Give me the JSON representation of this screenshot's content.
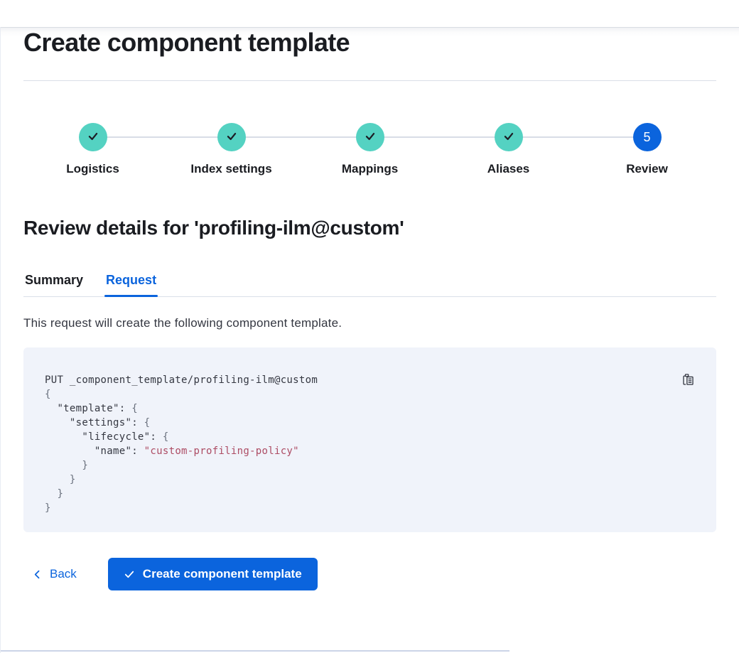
{
  "page": {
    "title": "Create component template"
  },
  "stepper": {
    "steps": [
      {
        "label": "Logistics",
        "status": "complete"
      },
      {
        "label": "Index settings",
        "status": "complete"
      },
      {
        "label": "Mappings",
        "status": "complete"
      },
      {
        "label": "Aliases",
        "status": "complete"
      },
      {
        "label": "Review",
        "status": "current",
        "number": "5"
      }
    ]
  },
  "review": {
    "heading": "Review details for 'profiling-ilm@custom'",
    "tabs": [
      {
        "label": "Summary",
        "state": "inactive"
      },
      {
        "label": "Request",
        "state": "active"
      }
    ],
    "description": "This request will create the following component template."
  },
  "code_block": {
    "copy_icon": "copy-clipboard-icon",
    "lines": [
      [
        {
          "t": "PUT _component_template/profiling-ilm@custom",
          "c": "plain"
        }
      ],
      [
        {
          "t": "{",
          "c": "punct"
        }
      ],
      [
        {
          "t": "  \"template\": ",
          "c": "plain"
        },
        {
          "t": "{",
          "c": "punct"
        }
      ],
      [
        {
          "t": "    \"settings\": ",
          "c": "plain"
        },
        {
          "t": "{",
          "c": "punct"
        }
      ],
      [
        {
          "t": "      \"lifecycle\": ",
          "c": "plain"
        },
        {
          "t": "{",
          "c": "punct"
        }
      ],
      [
        {
          "t": "        \"name\": ",
          "c": "plain"
        },
        {
          "t": "\"custom-profiling-policy\"",
          "c": "str"
        }
      ],
      [
        {
          "t": "      ",
          "c": "plain"
        },
        {
          "t": "}",
          "c": "punct"
        }
      ],
      [
        {
          "t": "    ",
          "c": "plain"
        },
        {
          "t": "}",
          "c": "punct"
        }
      ],
      [
        {
          "t": "  ",
          "c": "plain"
        },
        {
          "t": "}",
          "c": "punct"
        }
      ],
      [
        {
          "t": "}",
          "c": "punct"
        }
      ]
    ]
  },
  "footer": {
    "back_label": "Back",
    "submit_label": "Create component template"
  },
  "colors": {
    "primary_blue": "#0b64dd",
    "step_complete_teal": "#54d2c2",
    "code_background": "#f0f3fa",
    "code_string": "#ad4c64",
    "code_punctuation": "#69707d",
    "text_dark": "#1a1c21",
    "text_body": "#343741",
    "divider": "#dadfe8"
  }
}
